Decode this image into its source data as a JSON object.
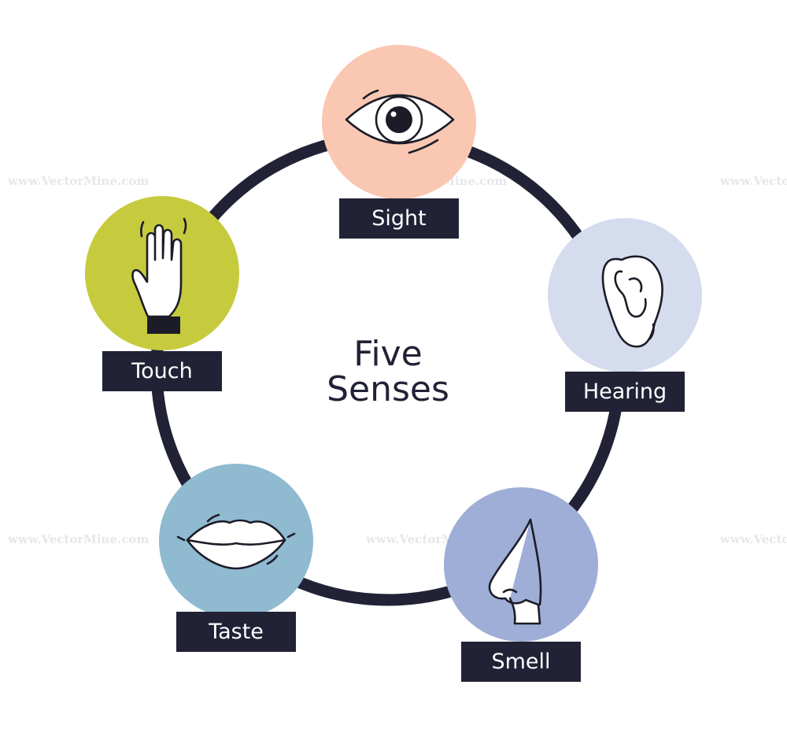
{
  "diagram": {
    "title_line1": "Five",
    "title_line2": "Senses"
  },
  "senses": [
    {
      "label": "Sight",
      "color": "#f9c7b2",
      "icon": "eye-icon"
    },
    {
      "label": "Hearing",
      "color": "#d5dcee",
      "icon": "ear-icon"
    },
    {
      "label": "Smell",
      "color": "#9eaed6",
      "icon": "nose-icon"
    },
    {
      "label": "Taste",
      "color": "#8fbad0",
      "icon": "lips-icon"
    },
    {
      "label": "Touch",
      "color": "#c6cb3e",
      "icon": "hand-icon"
    }
  ],
  "colors": {
    "ring": "#222236",
    "label_background": "#222236",
    "label_text": "#ffffff"
  },
  "watermark": {
    "text": "www.VectorMine.com"
  }
}
